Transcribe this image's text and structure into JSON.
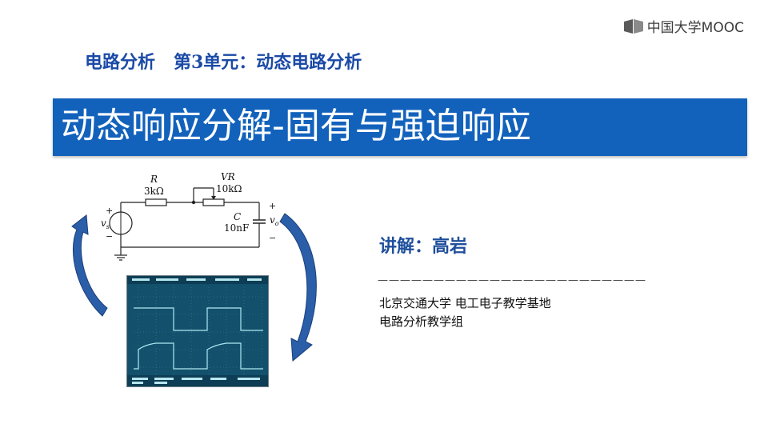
{
  "brand": {
    "logo_text": "中国大学MOOC",
    "logo_color": "#3b3b3b"
  },
  "header": {
    "course_line": "电路分析   第3单元：动态电路分析"
  },
  "title": {
    "text": "动态响应分解-固有与强迫响应",
    "bar_color": "#1262bc"
  },
  "circuit": {
    "r_label": "R",
    "r_value": "3kΩ",
    "vr_label": "VR",
    "vr_value": "10kΩ",
    "c_label": "C",
    "c_value": "10nF",
    "source_label": "v",
    "source_sub": "s",
    "output_label": "v",
    "output_sub": "o",
    "plus": "+",
    "minus": "−"
  },
  "presenter": {
    "lecturer": "讲解：高岩",
    "separator": "————————————————————————",
    "affiliation": "北京交通大学 电工电子教学基地",
    "group": "电路分析教学组"
  },
  "icons": {
    "logo": "mooc-logo-icon",
    "arrow_left": "curved-arrow-up-icon",
    "arrow_right": "curved-arrow-down-icon"
  }
}
